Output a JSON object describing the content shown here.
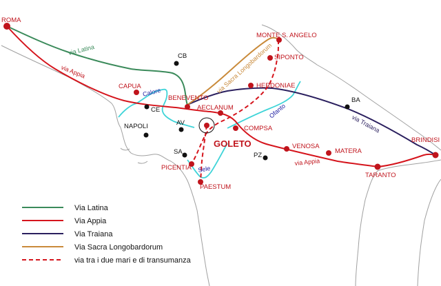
{
  "colors": {
    "via_latina": "#3a8a5a",
    "via_appia": "#d5141c",
    "via_traiana": "#2a1f5e",
    "via_sacra": "#c98a3a",
    "transumanza": "#d5141c",
    "river": "#3fd4d8",
    "coast": "#a0a0a0",
    "city_red": "#c0141c",
    "city_black": "#111111"
  },
  "cities": {
    "roma": "ROMA",
    "monte_s_angelo": "MONTE S. ANGELO",
    "siponto": "SIPONTO",
    "capua": "CAPUA",
    "benevento": "BENEVENTO",
    "herdoniae": "HERDONIAE",
    "aeclanum": "AECLANUM",
    "compsa": "COMPSA",
    "venosa": "VENOSA",
    "matera": "MATERA",
    "brindisi": "BRINDISI",
    "taranto": "TARANTO",
    "picentia": "PICENTIA",
    "paestum": "PAESTUM",
    "goleto": "GOLETO",
    "cb": "CB",
    "ce": "CE",
    "napoli": "NAPOLI",
    "av": "AV",
    "sa": "SA",
    "pz": "PZ",
    "ba": "BA"
  },
  "road_labels": {
    "via_latina": "via Latina",
    "via_appia_west": "via Appia",
    "via_appia_east": "via Appia",
    "via_sacra": "via Sacra Longobardorum",
    "via_traiana": "via Traiana"
  },
  "rivers": {
    "calore": "Calore",
    "ofanto": "Ofanto",
    "sele": "Sele"
  },
  "legend": [
    {
      "label": "Via Latina",
      "key": "via_latina"
    },
    {
      "label": "Via Appia",
      "key": "via_appia"
    },
    {
      "label": "Via Traiana",
      "key": "via_traiana"
    },
    {
      "label": "Via Sacra Longobardorum",
      "key": "via_sacra"
    },
    {
      "label": "via tra i due mari e di transumanza",
      "key": "transumanza"
    }
  ]
}
